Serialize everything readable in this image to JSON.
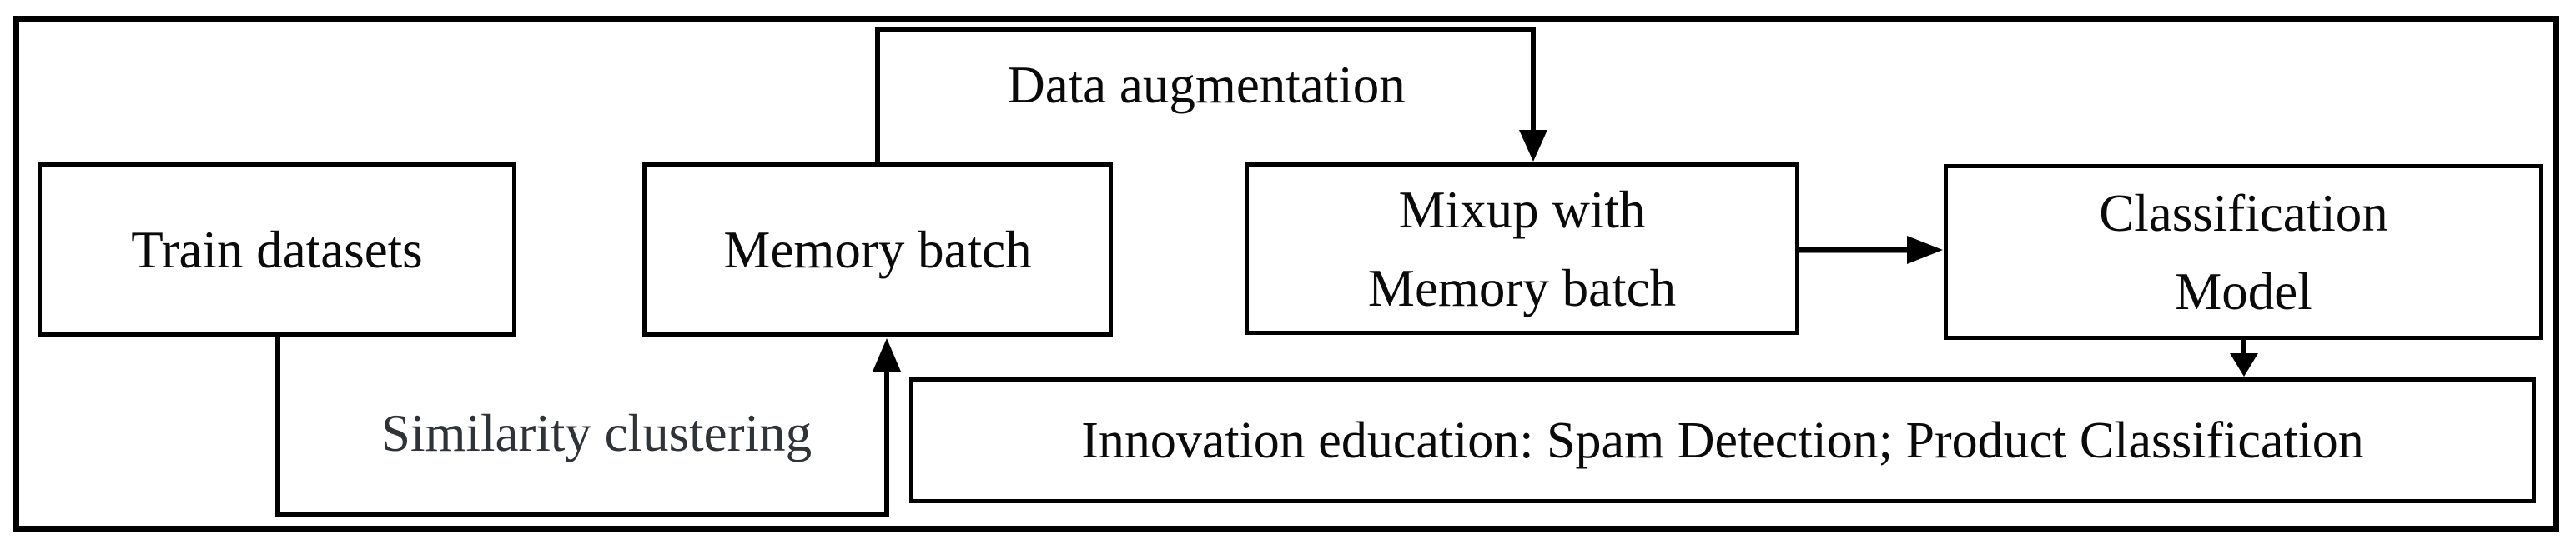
{
  "diagram": {
    "type": "flowchart",
    "nodes": {
      "train_datasets": {
        "label": "Train datasets"
      },
      "memory_batch": {
        "label": "Memory batch"
      },
      "mixup": {
        "label": "Mixup with\nMemory batch"
      },
      "classification_model": {
        "label": "Classification\nModel"
      },
      "applications": {
        "label": "Innovation education: Spam Detection; Product Classification"
      }
    },
    "edges": [
      {
        "id": "similarity-clustering",
        "from": "train_datasets",
        "to": "memory_batch",
        "label": "Similarity clustering",
        "arrow": "up-into-memory-batch"
      },
      {
        "id": "data-augmentation",
        "from": "memory_batch",
        "to": "mixup",
        "label": "Data augmentation",
        "arrow": "down-into-mixup"
      },
      {
        "id": "mixup-to-model",
        "from": "mixup",
        "to": "classification_model",
        "label": "",
        "arrow": "right"
      },
      {
        "id": "model-to-applications",
        "from": "classification_model",
        "to": "applications",
        "label": "",
        "arrow": "down"
      }
    ],
    "colors": {
      "background": "#ffffff",
      "line": "#000000",
      "box_border": "#000000",
      "text": "#0a0a0a",
      "similarity_label_text": "#2f3338"
    }
  }
}
